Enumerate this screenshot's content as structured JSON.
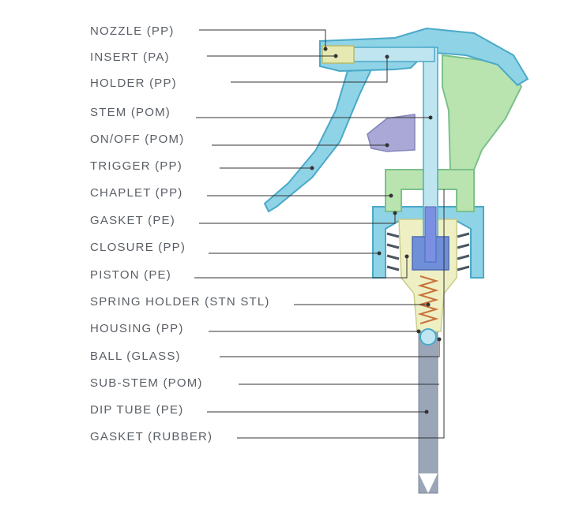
{
  "diagram": {
    "parts": [
      {
        "label": "NOZZLE (PP)"
      },
      {
        "label": "INSERT (PA)"
      },
      {
        "label": "HOLDER (PP)"
      },
      {
        "label": "STEM (POM)"
      },
      {
        "label": "ON/OFF (POM)"
      },
      {
        "label": "TRIGGER (PP)"
      },
      {
        "label": "CHAPLET (PP)"
      },
      {
        "label": "GASKET (PE)"
      },
      {
        "label": "CLOSURE (PP)"
      },
      {
        "label": "PISTON (PE)"
      },
      {
        "label": "SPRING HOLDER (STN STL)"
      },
      {
        "label": "HOUSING (PP)"
      },
      {
        "label": "BALL (GLASS)"
      },
      {
        "label": "SUB-STEM (POM)"
      },
      {
        "label": "DIP TUBE (PE)"
      },
      {
        "label": "GASKET (RUBBER)"
      }
    ],
    "colors": {
      "cyan": "#8fd3e6",
      "cyan_dark": "#4aa9c9",
      "green": "#b9e4b0",
      "green_dark": "#7cc08a",
      "purple": "#a9a8d6",
      "yellow": "#eef0c4",
      "blue_stem": "#6f8fd8",
      "grey_tube": "#9aa6b8",
      "line": "#333333",
      "text": "#5a5f66"
    }
  }
}
